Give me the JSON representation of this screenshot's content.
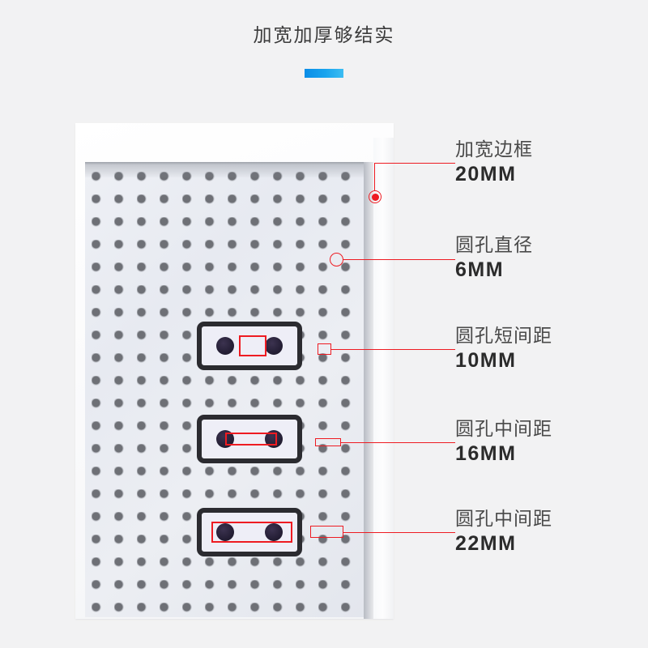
{
  "page": {
    "background_color": "#f2f2f3",
    "title": "加宽加厚够结实",
    "accent_color": "#0d95e8"
  },
  "header": {
    "title": "加宽加厚够结实",
    "rule_gradient_from": "#0a8de7",
    "rule_gradient_to": "#3cbdf2"
  },
  "product": {
    "name": "perforated-pegboard-panel",
    "frame_color": "#ffffff",
    "board_color": "#e9ecf2",
    "hole_color": "#6e7076",
    "hole_columns": 12,
    "hole_rows": 20
  },
  "annotation_color": "#ee1b22",
  "specs": [
    {
      "id": "frame-width",
      "name": "加宽边框",
      "value": "20MM",
      "marker": "dot"
    },
    {
      "id": "hole-diameter",
      "name": "圆孔直径",
      "value": "6MM",
      "marker": "ring"
    },
    {
      "id": "hole-short-pitch",
      "name": "圆孔短间距",
      "value": "10MM",
      "marker": "box-gap"
    },
    {
      "id": "hole-center-pitch-16",
      "name": "圆孔中间距",
      "value": "16MM",
      "marker": "box-center"
    },
    {
      "id": "hole-center-pitch-22",
      "name": "圆孔中间距",
      "value": "22MM",
      "marker": "box-outer"
    }
  ],
  "magnifiers": [
    {
      "id": "magnifier-short-pitch",
      "highlight": "gap-between-holes"
    },
    {
      "id": "magnifier-center-pitch-16",
      "highlight": "center-to-center"
    },
    {
      "id": "magnifier-center-pitch-22",
      "highlight": "outer-to-outer"
    }
  ]
}
